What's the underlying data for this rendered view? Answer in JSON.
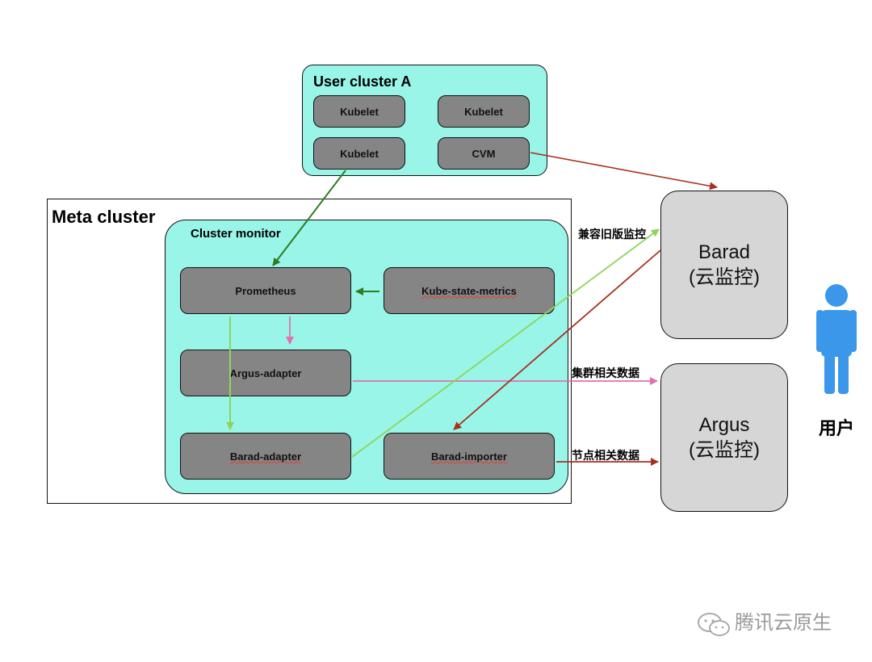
{
  "user_cluster": {
    "title": "User cluster A",
    "nodes": [
      "Kubelet",
      "Kubelet",
      "Kubelet",
      "CVM"
    ]
  },
  "meta_cluster": {
    "title": "Meta cluster"
  },
  "cluster_monitor": {
    "title": "Cluster monitor",
    "nodes": {
      "prometheus": "Prometheus",
      "kube_state_metrics": "Kube-state-metrics",
      "argus_adapter": "Argus-adapter",
      "barad_adapter": "Barad-adapter",
      "barad_importer": "Barad-importer"
    }
  },
  "barad": {
    "name": "Barad",
    "subtitle": "(云监控)"
  },
  "argus": {
    "name": "Argus",
    "subtitle": "(云监控)"
  },
  "user": {
    "label": "用户"
  },
  "edge_labels": {
    "compat_monitoring": "兼容旧版监控",
    "cluster_data": "集群相关数据",
    "node_data": "节点相关数据"
  },
  "watermark": {
    "text": "腾讯云原生"
  },
  "colors": {
    "dark_green": "#2e7d1f",
    "light_green": "#8ed45a",
    "pink": "#e070b0",
    "dark_red": "#a8301c",
    "teal_fill": "#98f5e8",
    "node_fill": "#858585",
    "service_fill": "#d6d6d6",
    "user_icon": "#3b97ea"
  },
  "icons": {
    "user": "person-icon",
    "watermark": "wechat-icon"
  }
}
